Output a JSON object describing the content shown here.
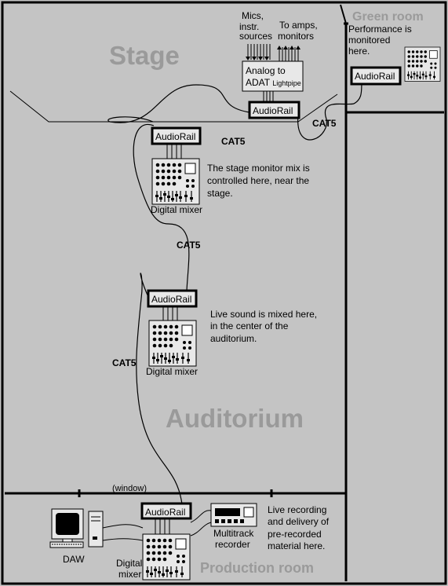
{
  "rooms": {
    "stage": "Stage",
    "green_room": "Green room",
    "auditorium": "Auditorium",
    "production_room": "Production room"
  },
  "stage_io": {
    "inputs_label": [
      "Mics,",
      "instr.",
      "sources"
    ],
    "outputs_label": [
      "To amps,",
      "monitors"
    ],
    "converter_line1": "Analog to",
    "converter_line2_main": "ADAT",
    "converter_line2_small": "Lightpipe"
  },
  "audiorail_label": "AudioRail",
  "cable_label": "CAT5",
  "window_label": "(window)",
  "devices": {
    "digital_mixer": "Digital mixer",
    "digital_mixer_split": [
      "Digital",
      "mixer"
    ],
    "daw": "DAW",
    "recorder": [
      "Multitrack",
      "recorder"
    ]
  },
  "notes": {
    "green_room": [
      "Performance is",
      "monitored",
      "here."
    ],
    "stage_mix": [
      "The stage monitor mix is",
      "controlled here, near the",
      "stage."
    ],
    "live_sound": [
      "Live sound is mixed here,",
      "in the center of the",
      "auditorium."
    ],
    "production": [
      "Live recording",
      "and delivery of",
      "pre-recorded",
      "material here."
    ]
  }
}
